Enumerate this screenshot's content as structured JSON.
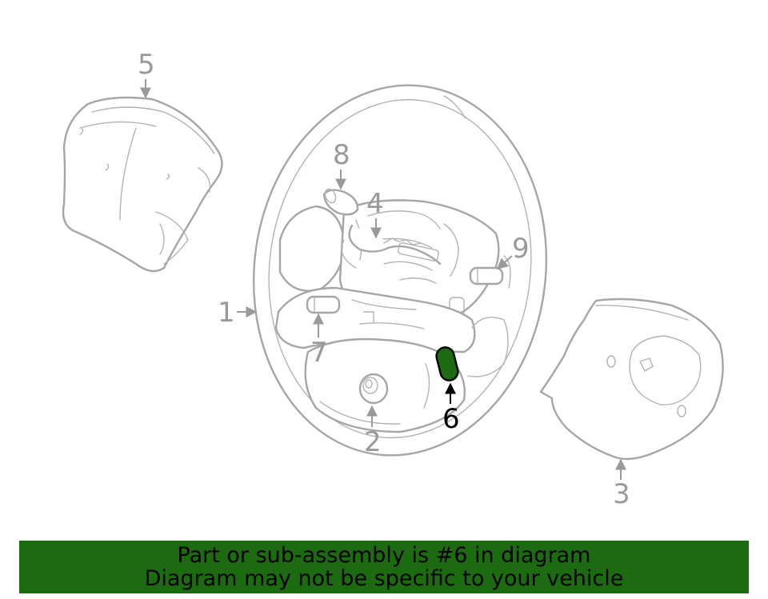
{
  "diagram": {
    "highlight_color": "#1d6b10",
    "parts": [
      {
        "id": "1",
        "label": "1",
        "name": "steering-wheel"
      },
      {
        "id": "2",
        "label": "2",
        "name": "screw-plug"
      },
      {
        "id": "3",
        "label": "3",
        "name": "lower-cover"
      },
      {
        "id": "4",
        "label": "4",
        "name": "wire-harness"
      },
      {
        "id": "5",
        "label": "5",
        "name": "airbag-module"
      },
      {
        "id": "6",
        "label": "6",
        "name": "switch",
        "highlighted": true
      },
      {
        "id": "7",
        "label": "7",
        "name": "button-lower-left"
      },
      {
        "id": "8",
        "label": "8",
        "name": "button-upper-left"
      },
      {
        "id": "9",
        "label": "9",
        "name": "button-right"
      }
    ]
  },
  "banner": {
    "line1": "Part or sub-assembly is #6 in diagram",
    "line2": "Diagram may not be specific to your vehicle"
  }
}
